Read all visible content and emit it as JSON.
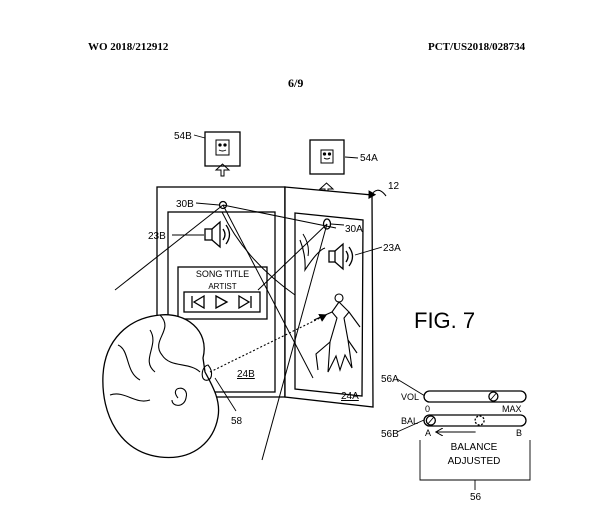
{
  "header": {
    "publication_number": "WO 2018/212912",
    "application_number": "PCT/US2018/028734",
    "sheet": "6/9"
  },
  "figure": {
    "title": "FIG. 7",
    "ref_system": "12",
    "ref_display_a_icon": "54A",
    "ref_display_b_icon": "54B",
    "ref_sensor_b": "30B",
    "ref_sensor_a": "30A",
    "ref_speaker_b": "23B",
    "ref_speaker_a": "23A",
    "ref_screen_b": "24B",
    "ref_screen_a": "24A",
    "ref_user": "58",
    "ref_controls": "56",
    "ref_vol_slider": "56A",
    "ref_bal_slider": "56B"
  },
  "player": {
    "song_title": "SONG TITLE",
    "artist": "ARTIST",
    "buttons": [
      "previous-icon",
      "play-icon",
      "next-icon"
    ]
  },
  "controls": {
    "vol_label": "VOL",
    "vol_min": "0",
    "vol_max": "MAX",
    "vol_level": 0.7,
    "bal_label": "BAL",
    "bal_left": "A",
    "bal_right": "B",
    "bal_level_before": 0.55,
    "bal_level_after": 0.02,
    "caption_line1": "BALANCE",
    "caption_line2": "ADJUSTED"
  }
}
